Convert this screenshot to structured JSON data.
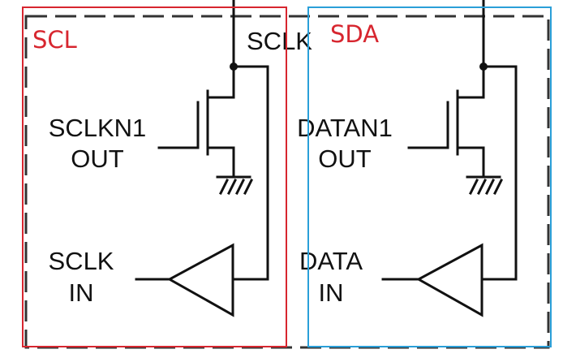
{
  "regions": {
    "scl": {
      "label": "SCL",
      "color": "#d7262f"
    },
    "sda": {
      "label": "SDA",
      "color": "#2a9fd8"
    }
  },
  "nets": {
    "sclk": "SCLK"
  },
  "left_block": {
    "driver_label_line1": "SCLKN1",
    "driver_label_line2": "OUT",
    "input_label_line1": "SCLK",
    "input_label_line2": "IN"
  },
  "right_block": {
    "driver_label_line1": "DATAN1",
    "driver_label_line2": "OUT",
    "input_label_line1": "DATA",
    "input_label_line2": "IN"
  },
  "colors": {
    "wire": "#111111",
    "dashed_border": "#333333"
  }
}
